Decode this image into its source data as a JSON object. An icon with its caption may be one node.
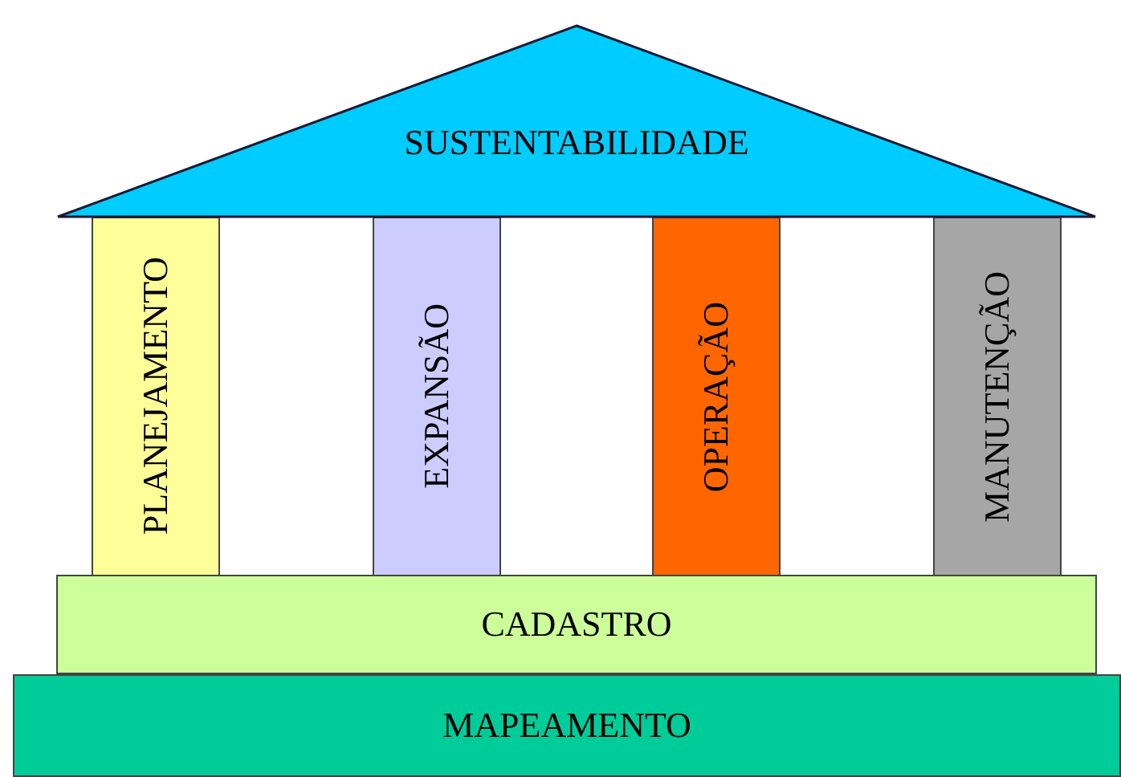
{
  "diagram": {
    "nodes": [
      {
        "text": [
          "SUSTENTABILIDADE"
        ]
      },
      {
        "text": [
          "PLANEJAMENTO"
        ]
      },
      {
        "text": [
          "EXPANSÃO"
        ]
      },
      {
        "text": [
          "OPERAÇÃO"
        ]
      },
      {
        "text": [
          "MANUTENÇÃO"
        ]
      },
      {
        "text": [
          "CADASTRO"
        ]
      },
      {
        "text": [
          "MAPEAMENTO"
        ]
      }
    ]
  }
}
